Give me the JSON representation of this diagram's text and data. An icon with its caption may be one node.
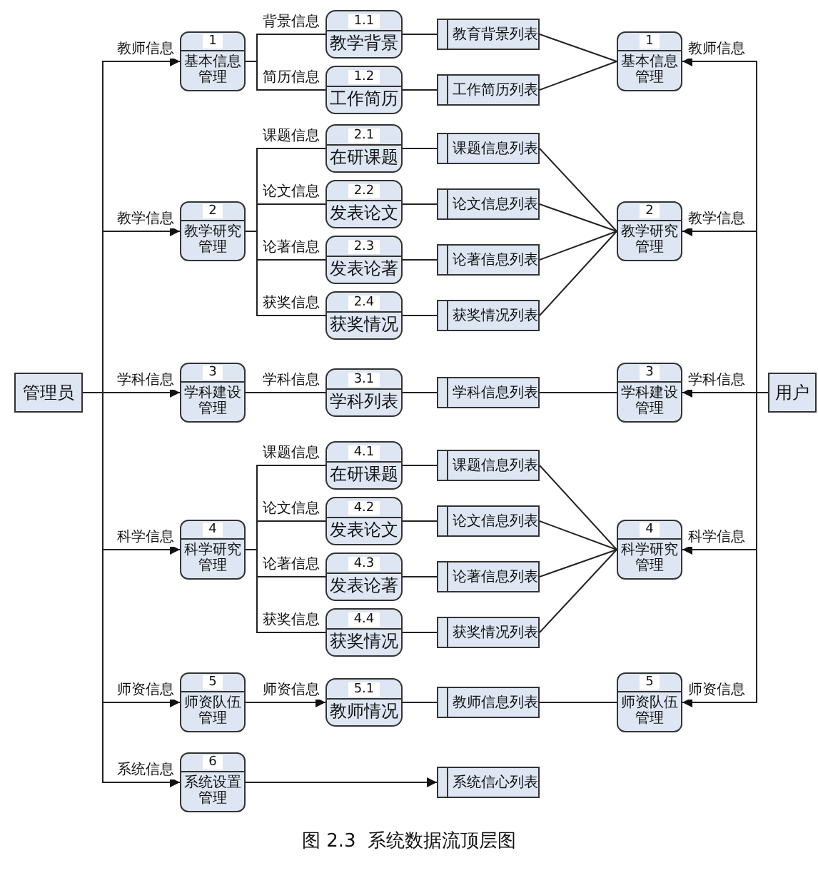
{
  "diagram": {
    "caption": "图 2.3  系统数据流顶层图",
    "nodes": [
      {
        "text": [
          "管理员"
        ]
      },
      {
        "text": [
          "1",
          "基本信息管理"
        ]
      },
      {
        "text": [
          "2",
          "教学研究管理"
        ]
      },
      {
        "text": [
          "3",
          "学科建设管理"
        ]
      },
      {
        "text": [
          "4",
          "科学研究管理"
        ]
      },
      {
        "text": [
          "5",
          "师资队伍管理"
        ]
      },
      {
        "text": [
          "6",
          "系统设置管理"
        ]
      },
      {
        "text": [
          "1.1",
          "教学背景"
        ]
      },
      {
        "text": [
          "1.2",
          "工作简历"
        ]
      },
      {
        "text": [
          "2.1",
          "在研课题"
        ]
      },
      {
        "text": [
          "2.2",
          "发表论文"
        ]
      },
      {
        "text": [
          "2.3",
          "发表论著"
        ]
      },
      {
        "text": [
          "2.4",
          "获奖情况"
        ]
      },
      {
        "text": [
          "3.1",
          "学科列表"
        ]
      },
      {
        "text": [
          "4.1",
          "在研课题"
        ]
      },
      {
        "text": [
          "4.2",
          "发表论文"
        ]
      },
      {
        "text": [
          "4.3",
          "发表论著"
        ]
      },
      {
        "text": [
          "4.4",
          "获奖情况"
        ]
      },
      {
        "text": [
          "5.1",
          "教师情况"
        ]
      },
      {
        "text": [
          "教育背景列表"
        ]
      },
      {
        "text": [
          "工作简历列表"
        ]
      },
      {
        "text": [
          "课题信息列表"
        ]
      },
      {
        "text": [
          "论文信息列表"
        ]
      },
      {
        "text": [
          "论著信息列表"
        ]
      },
      {
        "text": [
          "获奖情况列表"
        ]
      },
      {
        "text": [
          "学科信息列表"
        ]
      },
      {
        "text": [
          "课题信息列表"
        ]
      },
      {
        "text": [
          "论文信息列表"
        ]
      },
      {
        "text": [
          "论著信息列表"
        ]
      },
      {
        "text": [
          "获奖情况列表"
        ]
      },
      {
        "text": [
          "教师信息列表"
        ]
      },
      {
        "text": [
          "系统信心列表"
        ]
      },
      {
        "text": [
          "1",
          "基本信息管理"
        ]
      },
      {
        "text": [
          "2",
          "教学研究管理"
        ]
      },
      {
        "text": [
          "3",
          "学科建设管理"
        ]
      },
      {
        "text": [
          "4",
          "科学研究管理"
        ]
      },
      {
        "text": [
          "5",
          "师资队伍管理"
        ]
      },
      {
        "text": [
          "用户"
        ]
      }
    ],
    "edges": [
      {
        "from": 0,
        "to": 1,
        "arrow": "to",
        "label": "教师信息"
      },
      {
        "from": 0,
        "to": 2,
        "arrow": "to",
        "label": "教学信息"
      },
      {
        "from": 0,
        "to": 3,
        "arrow": "to",
        "label": "学科信息"
      },
      {
        "from": 0,
        "to": 4,
        "arrow": "to",
        "label": "科学信息"
      },
      {
        "from": 0,
        "to": 5,
        "arrow": "to",
        "label": "师资信息"
      },
      {
        "from": 0,
        "to": 6,
        "arrow": "to",
        "label": "系统信息"
      },
      {
        "from": 1,
        "to": 7,
        "arrow": "none",
        "label": "背景信息"
      },
      {
        "from": 1,
        "to": 8,
        "arrow": "none",
        "label": "简历信息"
      },
      {
        "from": 2,
        "to": 9,
        "arrow": "none",
        "label": "课题信息"
      },
      {
        "from": 2,
        "to": 10,
        "arrow": "none",
        "label": "论文信息"
      },
      {
        "from": 2,
        "to": 11,
        "arrow": "none",
        "label": "论著信息"
      },
      {
        "from": 2,
        "to": 12,
        "arrow": "none",
        "label": "获奖信息"
      },
      {
        "from": 3,
        "to": 13,
        "arrow": "none",
        "label": "学科信息"
      },
      {
        "from": 4,
        "to": 14,
        "arrow": "none",
        "label": "课题信息"
      },
      {
        "from": 4,
        "to": 15,
        "arrow": "none",
        "label": "论文信息"
      },
      {
        "from": 4,
        "to": 16,
        "arrow": "none",
        "label": "论著信息"
      },
      {
        "from": 4,
        "to": 17,
        "arrow": "none",
        "label": "获奖信息"
      },
      {
        "from": 5,
        "to": 18,
        "arrow": "to",
        "label": "师资信息"
      },
      {
        "from": 6,
        "to": 31,
        "arrow": "to"
      },
      {
        "from": 7,
        "to": 19,
        "arrow": "none"
      },
      {
        "from": 8,
        "to": 20,
        "arrow": "none"
      },
      {
        "from": 9,
        "to": 21,
        "arrow": "none"
      },
      {
        "from": 10,
        "to": 22,
        "arrow": "none"
      },
      {
        "from": 11,
        "to": 23,
        "arrow": "none"
      },
      {
        "from": 12,
        "to": 24,
        "arrow": "none"
      },
      {
        "from": 13,
        "to": 25,
        "arrow": "none"
      },
      {
        "from": 14,
        "to": 26,
        "arrow": "none"
      },
      {
        "from": 15,
        "to": 27,
        "arrow": "none"
      },
      {
        "from": 16,
        "to": 28,
        "arrow": "none"
      },
      {
        "from": 17,
        "to": 29,
        "arrow": "none"
      },
      {
        "from": 18,
        "to": 30,
        "arrow": "none"
      },
      {
        "from": 19,
        "to": 32,
        "arrow": "none"
      },
      {
        "from": 20,
        "to": 32,
        "arrow": "none"
      },
      {
        "from": 21,
        "to": 33,
        "arrow": "none"
      },
      {
        "from": 22,
        "to": 33,
        "arrow": "none"
      },
      {
        "from": 23,
        "to": 33,
        "arrow": "none"
      },
      {
        "from": 24,
        "to": 33,
        "arrow": "none"
      },
      {
        "from": 25,
        "to": 34,
        "arrow": "none"
      },
      {
        "from": 26,
        "to": 35,
        "arrow": "none"
      },
      {
        "from": 27,
        "to": 35,
        "arrow": "none"
      },
      {
        "from": 28,
        "to": 35,
        "arrow": "none"
      },
      {
        "from": 29,
        "to": 35,
        "arrow": "none"
      },
      {
        "from": 30,
        "to": 36,
        "arrow": "none"
      },
      {
        "from": 37,
        "to": 32,
        "arrow": "to",
        "label": "教师信息"
      },
      {
        "from": 37,
        "to": 33,
        "arrow": "to",
        "label": "教学信息"
      },
      {
        "from": 37,
        "to": 34,
        "arrow": "to",
        "label": "学科信息"
      },
      {
        "from": 37,
        "to": 35,
        "arrow": "to",
        "label": "科学信息"
      },
      {
        "from": 37,
        "to": 36,
        "arrow": "to",
        "label": "师资信息"
      }
    ]
  }
}
